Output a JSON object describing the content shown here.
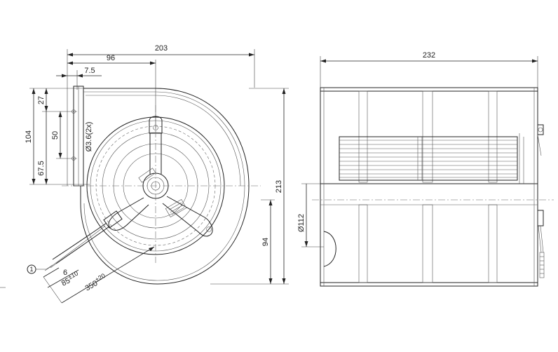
{
  "left_view": {
    "dims": {
      "overall_width": "203",
      "half_width": "96",
      "offset": "7.5",
      "d27": "27",
      "d104": "104",
      "d50": "50",
      "hole_label": "Ø3.6(2x)",
      "d67_5": "67.5",
      "height": "213",
      "d94": "94",
      "cable_6": "6",
      "cable_85_base": "85",
      "cable_85_tol": "±10",
      "cable_350_base": "350",
      "cable_350_tol": "±20"
    },
    "callout_number": "1"
  },
  "right_view": {
    "dims": {
      "overall_width": "232",
      "diameter": "Ø112"
    }
  }
}
